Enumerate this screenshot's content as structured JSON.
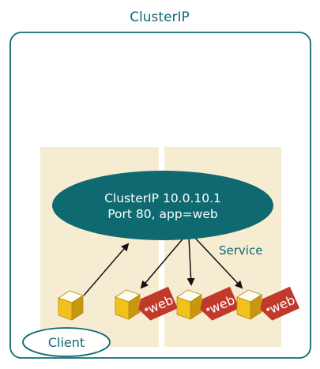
{
  "title": "ClusterIP",
  "ellipse": {
    "line1": "ClusterIP 10.0.10.1",
    "line2": "Port 80, app=web"
  },
  "service_label": "Service",
  "client_label": "Client",
  "pods": [
    {
      "tag": ""
    },
    {
      "tag": "web"
    },
    {
      "tag": "web"
    },
    {
      "tag": "web"
    }
  ],
  "colors": {
    "teal": "#0e6a70",
    "node_bg": "#f6ecd2",
    "cube_front": "#f2c21c",
    "cube_top": "#fffdf2",
    "cube_side": "#c99610",
    "tag_red": "#c0392b",
    "arrow": "#111111"
  }
}
